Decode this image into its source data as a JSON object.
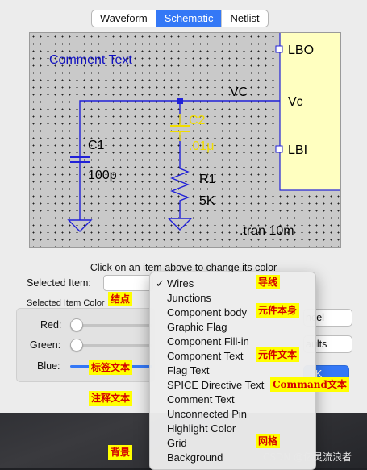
{
  "tabs": [
    "Waveform",
    "Schematic",
    "Netlist"
  ],
  "schematic": {
    "comment_text": "Comment Text",
    "net_label": "VC",
    "c1_name": "C1",
    "c1_value": "100p",
    "c2_name": "C2",
    "c2_value": ".01μ",
    "r1_name": "R1",
    "r1_value": "5K",
    "pin_lbo": "LBO",
    "pin_vc": "Vc",
    "pin_lbi": "LBI",
    "directive": ".tran 10m"
  },
  "help_text": "Click on an item above to change its color",
  "selected_item_label": "Selected Item:",
  "selected_item_color_label": "Selected Item Color",
  "sliders": {
    "red_label": "Red:",
    "green_label": "Green:",
    "blue_label": "Blue:"
  },
  "buttons": {
    "cancel_partial": "ncel",
    "defaults_partial": "aults",
    "ok_partial": "K"
  },
  "menu": {
    "checked_index": 0,
    "items": [
      "Wires",
      "Junctions",
      "Component body",
      "Graphic Flag",
      "Component Fill-in",
      "Component Text",
      "Flag Text",
      "SPICE Directive Text",
      "Comment Text",
      "Unconnected Pin",
      "Highlight Color",
      "Grid",
      "Background"
    ]
  },
  "annotations": {
    "wires": "导线",
    "junctions": "结点",
    "component_body": "元件本身",
    "component_text": "元件文本",
    "flag_text": "标签文本",
    "command_text": "Command文本",
    "comment_text": "注释文本",
    "grid": "网格",
    "background": "背景"
  },
  "watermark": "CSDN @亿灵流浪者",
  "colors": {
    "wire": "#2020d8",
    "component": "#2020d8",
    "component_text": "#000000",
    "c2_highlight": "#f0dc00",
    "comment_text": "#1010c0",
    "symbol_body_fill": "#ffffc0",
    "accent": "#3478f6"
  }
}
